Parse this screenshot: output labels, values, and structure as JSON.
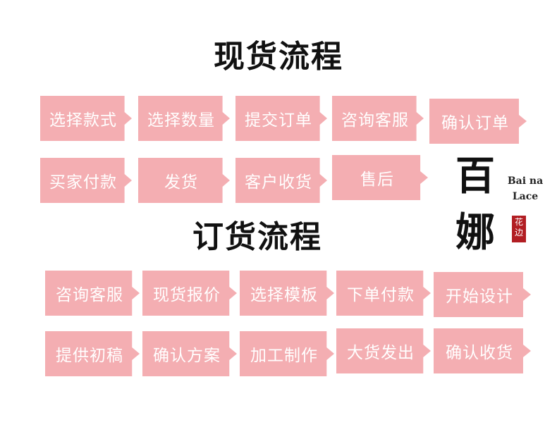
{
  "spot": {
    "title": "现货流程",
    "row1": [
      "选择款式",
      "选择数量",
      "提交订单",
      "咨询客服",
      "确认订单"
    ],
    "row2": [
      "买家付款",
      "发货",
      "客户收货",
      "售后"
    ]
  },
  "order": {
    "title": "订货流程",
    "row1": [
      "咨询客服",
      "现货报价",
      "选择模板",
      "下单付款",
      "开始设计"
    ],
    "row2": [
      "提供初稿",
      "确认方案",
      "加工制作",
      "大货发出",
      "确认收货"
    ]
  },
  "brand": {
    "cn_top": "百",
    "cn_bottom": "娜",
    "en_line1": "Bai na",
    "en_line2": "Lace",
    "seal_line1": "花",
    "seal_line2": "边"
  },
  "colors": {
    "step_bg": "#f4aeb2",
    "step_text": "#ffffff",
    "seal": "#b21e23"
  }
}
